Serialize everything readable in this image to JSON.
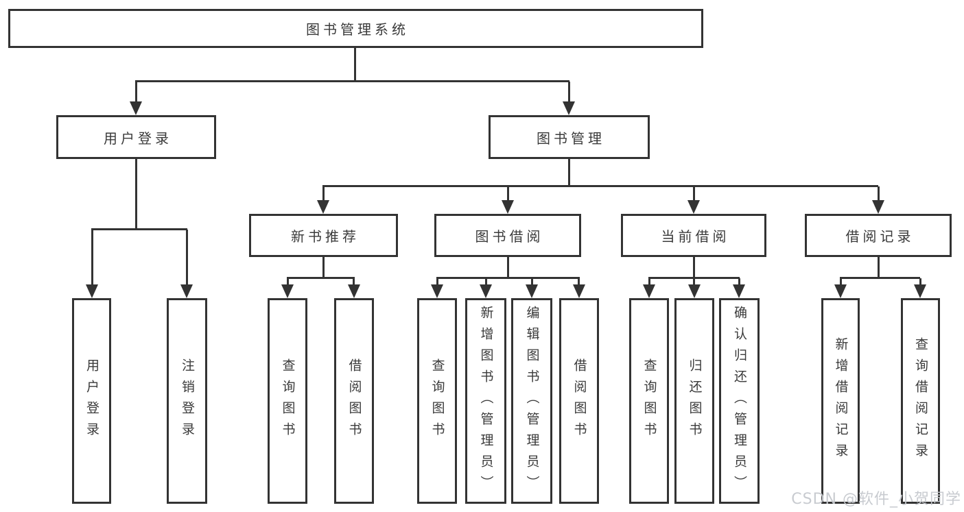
{
  "diagram": {
    "root_label": "图书管理系统",
    "level2": [
      {
        "label": "用户登录"
      },
      {
        "label": "图书管理"
      }
    ],
    "level3": [
      {
        "label": "新书推荐",
        "parent": "图书管理"
      },
      {
        "label": "图书借阅",
        "parent": "图书管理"
      },
      {
        "label": "当前借阅",
        "parent": "图书管理"
      },
      {
        "label": "借阅记录",
        "parent": "图书管理"
      }
    ],
    "leaves": [
      {
        "label": "用户登录",
        "parent": "用户登录"
      },
      {
        "label": "注销登录",
        "parent": "用户登录"
      },
      {
        "label": "查询图书",
        "parent": "新书推荐"
      },
      {
        "label": "借阅图书",
        "parent": "新书推荐"
      },
      {
        "label": "查询图书",
        "parent": "图书借阅"
      },
      {
        "label": "新增图书（管理员）",
        "parent": "图书借阅"
      },
      {
        "label": "编辑图书（管理员）",
        "parent": "图书借阅"
      },
      {
        "label": "借阅图书",
        "parent": "图书借阅"
      },
      {
        "label": "查询图书",
        "parent": "当前借阅"
      },
      {
        "label": "归还图书",
        "parent": "当前借阅"
      },
      {
        "label": "确认归还（管理员）",
        "parent": "当前借阅"
      },
      {
        "label": "新增借阅记录",
        "parent": "借阅记录"
      },
      {
        "label": "查询借阅记录",
        "parent": "借阅记录"
      }
    ]
  },
  "watermark": {
    "text": "CSDN @软件_小贺同学"
  },
  "colors": {
    "line": "#333333",
    "text": "#3a3a3a",
    "background": "#ffffff",
    "watermark": "#c6c9ce"
  }
}
